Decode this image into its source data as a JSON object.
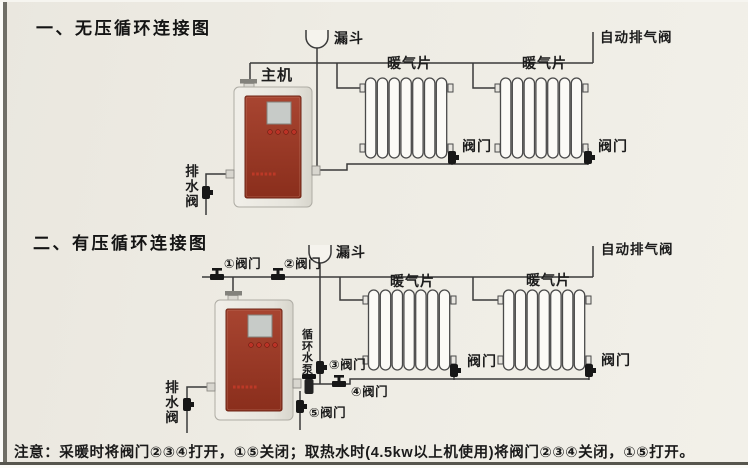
{
  "page": {
    "background": "#eeece4",
    "line_color": "#3a3a3a",
    "note": "注意：采暖时将阀门②③④打开，①⑤关闭；取热水时(4.5kw以上机使用)将阀门②③④关闭，①⑤打开。"
  },
  "boiler": {
    "panel_color": "#9c3a27",
    "casing_color": "#eae8e1",
    "display_color": "#c7cbc8",
    "button_color": "#bb3226"
  },
  "diagram1": {
    "title": "一、无压循环连接图",
    "main_unit_label": "主机",
    "funnel_label": "漏斗",
    "auto_vent_label": "自动排气阀",
    "radiator1_label": "暖气片",
    "radiator2_label": "暖气片",
    "radiator1_valve_label": "阀门",
    "radiator2_valve_label": "阀门",
    "drain_valve_label": "排水阀"
  },
  "diagram2": {
    "title": "二、有压循环连接图",
    "valve1_label": "①阀门",
    "valve2_label": "②阀门",
    "valve3_label": "③阀门",
    "valve4_label": "④阀门",
    "valve5_label": "⑤阀门",
    "funnel_label": "漏斗",
    "auto_vent_label": "自动排气阀",
    "pump_label": "循环水泵",
    "radiator1_label": "暖气片",
    "radiator2_label": "暖气片",
    "radiator1_valve_label": "阀门",
    "radiator2_valve_label": "阀门",
    "drain_valve_label": "排水阀"
  }
}
